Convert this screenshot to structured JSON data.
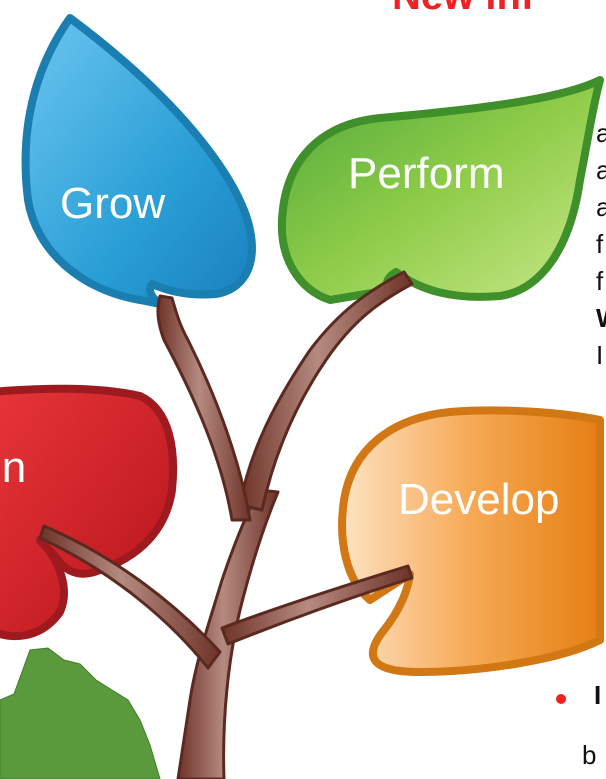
{
  "title": "New inf",
  "leaves": {
    "grow": "Grow",
    "perform": "Perform",
    "train_partial": "in",
    "develop": "Develop"
  },
  "side_fragments": [
    "a",
    "a",
    "a",
    "f",
    "f",
    "W",
    "I"
  ],
  "bottom_fragments": {
    "line1": "I",
    "line2": "b"
  },
  "colors": {
    "title": "#ee2222",
    "grow_leaf": "#2a9fd6",
    "perform_leaf": "#7fc241",
    "train_leaf": "#e0252b",
    "develop_leaf": "#f08a20",
    "trunk": "#8a4a3a"
  }
}
